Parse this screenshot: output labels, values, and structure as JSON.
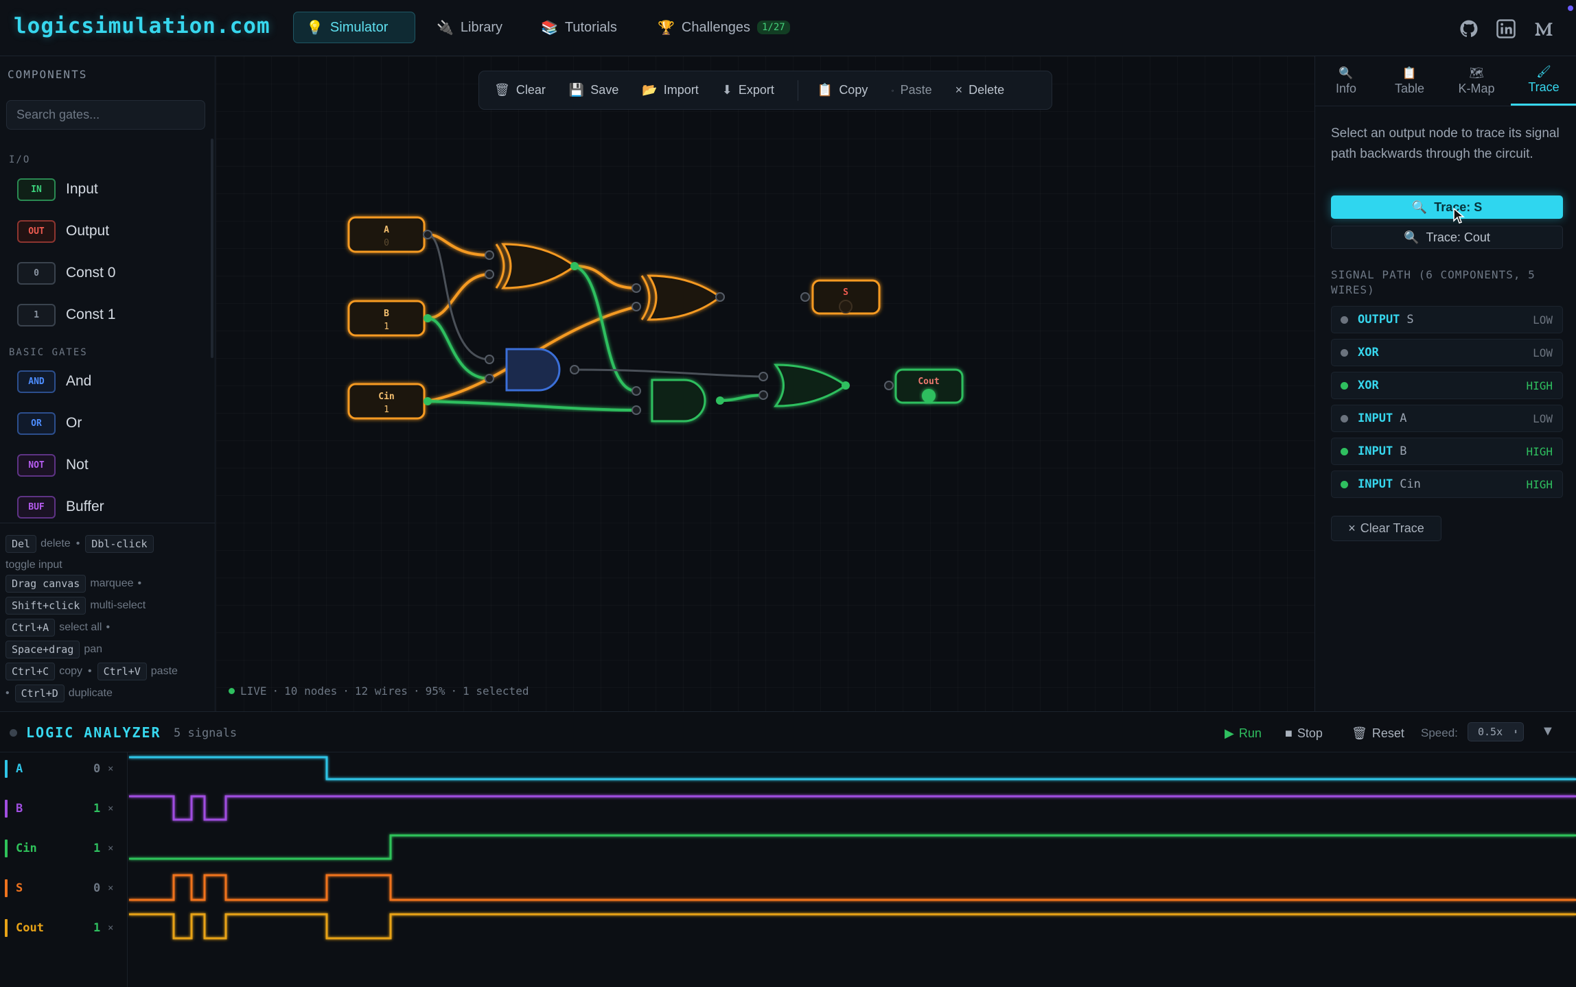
{
  "brand": "logicsimulation.com",
  "nav": {
    "tabs": [
      {
        "icon": "💡",
        "label": "Simulator"
      },
      {
        "icon": "🔌",
        "label": "Library"
      },
      {
        "icon": "📚",
        "label": "Tutorials"
      },
      {
        "icon": "🏆",
        "label": "Challenges",
        "badge": "1/27"
      }
    ],
    "icons": [
      "github-icon",
      "linkedin-icon",
      "medium-icon"
    ]
  },
  "sidebar": {
    "title": "COMPONENTS",
    "search_placeholder": "Search gates...",
    "groups": [
      {
        "label": "I/O",
        "items": [
          {
            "chip": "IN",
            "label": "Input",
            "color": "#3bd07a"
          },
          {
            "chip": "OUT",
            "label": "Output",
            "color": "#ef5b50"
          },
          {
            "chip": "0",
            "label": "Const 0",
            "color": "#8a94a1"
          },
          {
            "chip": "1",
            "label": "Const 1",
            "color": "#8a94a1"
          }
        ]
      },
      {
        "label": "BASIC GATES",
        "items": [
          {
            "chip": "AND",
            "label": "And",
            "color": "#4d8dff"
          },
          {
            "chip": "OR",
            "label": "Or",
            "color": "#4d8dff"
          },
          {
            "chip": "NOT",
            "label": "Not",
            "color": "#b65cf0"
          },
          {
            "chip": "BUF",
            "label": "Buffer",
            "color": "#b65cf0"
          }
        ]
      }
    ],
    "shortcuts": {
      "del": "Del",
      "del_desc": "delete",
      "dbl": "Dbl-click",
      "dbl_desc": "toggle input",
      "drag": "Drag canvas",
      "drag_desc": "marquee",
      "shift": "Shift+click",
      "shift_desc": "multi-select",
      "ctrla": "Ctrl+A",
      "ctrla_desc": "select all",
      "space": "Space+drag",
      "space_desc": "pan",
      "ctrlc": "Ctrl+C",
      "ctrlc_desc": "copy",
      "ctrlv": "Ctrl+V",
      "ctrlv_desc": "paste",
      "ctrld": "Ctrl+D",
      "ctrld_desc": "duplicate"
    }
  },
  "toolbar": {
    "clear": "Clear",
    "save": "Save",
    "import": "Import",
    "export": "Export",
    "copy": "Copy",
    "paste": "Paste",
    "delete": "Delete"
  },
  "circuit": {
    "nodes": {
      "A": {
        "label": "A",
        "value": "0"
      },
      "B": {
        "label": "B",
        "value": "1"
      },
      "Cin": {
        "label": "Cin",
        "value": "1"
      },
      "S": {
        "label": "S"
      },
      "Cout": {
        "label": "Cout"
      }
    }
  },
  "status": {
    "live": "LIVE",
    "nodes": "10 nodes",
    "wires": "12 wires",
    "zoom": "95%",
    "selected": "1 selected"
  },
  "right_panel": {
    "tabs": [
      {
        "icon": "🔍",
        "label": "Info"
      },
      {
        "icon": "📋",
        "label": "Table"
      },
      {
        "icon": "🗺",
        "label": "K-Map"
      },
      {
        "icon": "🖌",
        "label": "Trace"
      }
    ],
    "trace": {
      "description": "Select an output node to trace its signal path backwards through the circuit.",
      "trace_s": "Trace: S",
      "trace_cout": "Trace: Cout",
      "path_heading": "SIGNAL PATH (6 COMPONENTS, 5 WIRES)",
      "path": [
        {
          "kind": "OUTPUT",
          "name": "S",
          "level": "LOW"
        },
        {
          "kind": "XOR",
          "name": "",
          "level": "LOW"
        },
        {
          "kind": "XOR",
          "name": "",
          "level": "HIGH"
        },
        {
          "kind": "INPUT",
          "name": "A",
          "level": "LOW"
        },
        {
          "kind": "INPUT",
          "name": "B",
          "level": "HIGH"
        },
        {
          "kind": "INPUT",
          "name": "Cin",
          "level": "HIGH"
        }
      ],
      "clear": "Clear Trace"
    }
  },
  "analyzer": {
    "title": "LOGIC ANALYZER",
    "count": "5 signals",
    "run": "Run",
    "stop": "Stop",
    "reset": "Reset",
    "speed_label": "Speed:",
    "speed": "0.5x",
    "signals": [
      {
        "name": "A",
        "value": "0",
        "color": "#2fc4e6"
      },
      {
        "name": "B",
        "value": "1",
        "color": "#a04ee0"
      },
      {
        "name": "Cin",
        "value": "1",
        "color": "#2fc25a"
      },
      {
        "name": "S",
        "value": "0",
        "color": "#f0731e"
      },
      {
        "name": "Cout",
        "value": "1",
        "color": "#e8a317"
      }
    ]
  },
  "colors": {
    "accent": "#37d7ee",
    "high": "#2fbf5f",
    "low": "#7a838f",
    "wire_active": "#f59a23"
  }
}
